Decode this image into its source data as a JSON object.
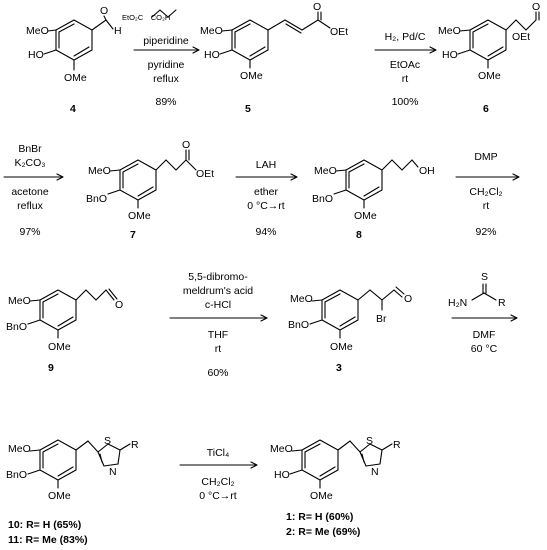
{
  "steps": [
    {
      "reagents": [
        "",
        "piperidine"
      ],
      "conditions": [
        "pyridine",
        "reflux"
      ],
      "yield": "89%"
    },
    {
      "reagents": [
        "H₂, Pd/C"
      ],
      "conditions": [
        "EtOAc",
        "rt"
      ],
      "yield": "100%"
    },
    {
      "reagents": [
        "BnBr",
        "K₂CO₃"
      ],
      "conditions": [
        "acetone",
        "reflux"
      ],
      "yield": "97%"
    },
    {
      "reagents": [
        "LAH"
      ],
      "conditions": [
        "ether",
        "0 °C→rt"
      ],
      "yield": "94%"
    },
    {
      "reagents": [
        "DMP"
      ],
      "conditions": [
        "CH₂Cl₂",
        "rt"
      ],
      "yield": "92%"
    },
    {
      "reagents": [
        "5,5-dibromo-",
        "meldrum's acid",
        "c-HCl"
      ],
      "conditions": [
        "THF",
        "rt"
      ],
      "yield": "60%"
    },
    {
      "reagents": [
        ""
      ],
      "conditions": [
        "DMF",
        "60 °C"
      ],
      "yield": ""
    },
    {
      "reagents": [
        "TiCl₄"
      ],
      "conditions": [
        "CH₂Cl₂",
        "0 °C→rt"
      ],
      "yield": ""
    }
  ],
  "malonic_label": "EtO₂C     CO₂H",
  "compounds": {
    "c4": "4",
    "c5": "5",
    "c6": "6",
    "c7": "7",
    "c8": "8",
    "c9": "9",
    "c3": "3",
    "c10": "10: R= H  (65%)",
    "c11": "11: R= Me (83%)",
    "c1": "1: R= H  (60%)",
    "c2": "2: R= Me (69%)"
  },
  "atoms": {
    "MeO": "MeO",
    "OMe": "OMe",
    "HO": "HO",
    "BnO": "BnO",
    "H": "H",
    "O": "O",
    "OEt": "OEt",
    "OH": "OH",
    "Br": "Br",
    "S": "S",
    "N": "N",
    "R": "R",
    "H2N": "H₂N"
  }
}
